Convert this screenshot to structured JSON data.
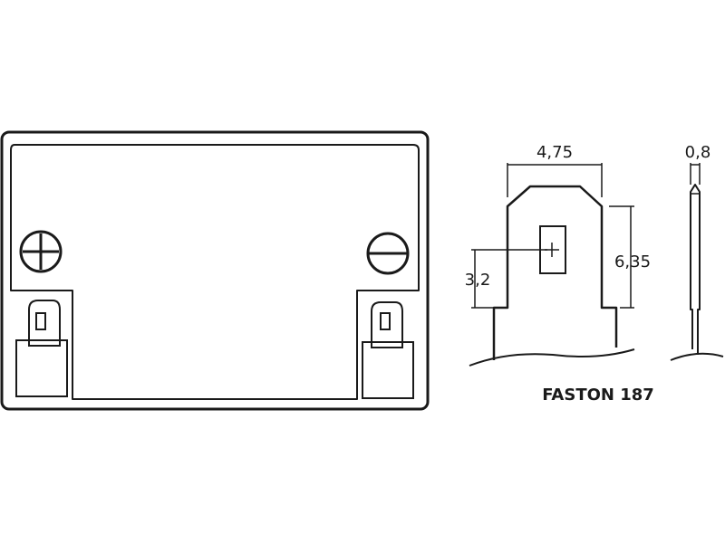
{
  "terminal": {
    "width_label": "4,75",
    "height_label": "6,35",
    "hole_offset_label": "3,2",
    "thickness_label": "0,8",
    "caption": "FASTON 187"
  },
  "colors": {
    "stroke": "#1a1a1a",
    "background": "#ffffff"
  },
  "icons": {
    "positive_terminal": "plus-symbol-icon",
    "negative_terminal": "minus-symbol-icon"
  }
}
